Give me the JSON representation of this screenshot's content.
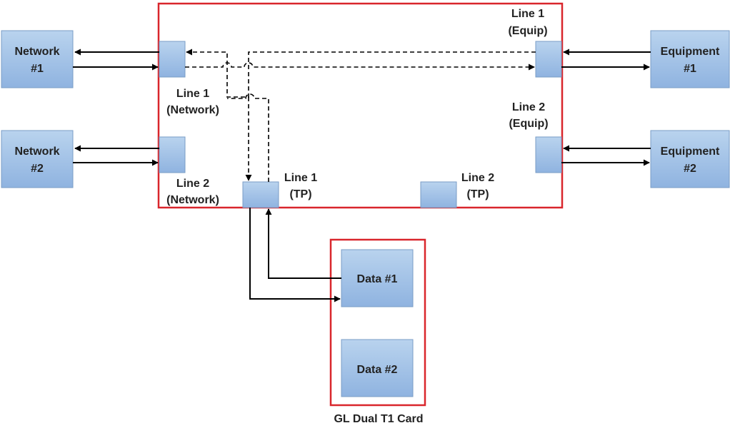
{
  "colors": {
    "box_fill_top": "#b9d3ee",
    "box_fill_bottom": "#8fb3e0",
    "box_stroke": "#7a9cc6",
    "frame_red": "#d9262c",
    "line": "#000000"
  },
  "blocks": {
    "network1": {
      "line1": "Network",
      "line2": "#1"
    },
    "network2": {
      "line1": "Network",
      "line2": "#2"
    },
    "equipment1": {
      "line1": "Equipment",
      "line2": "#1"
    },
    "equipment2": {
      "line1": "Equipment",
      "line2": "#2"
    },
    "data1": {
      "label": "Data #1"
    },
    "data2": {
      "label": "Data #2"
    }
  },
  "ports": {
    "line1_network": {
      "line1": "Line 1",
      "line2": "(Network)"
    },
    "line2_network": {
      "line1": "Line 2",
      "line2": "(Network)"
    },
    "line1_equip": {
      "line1": "Line 1",
      "line2": "(Equip)"
    },
    "line2_equip": {
      "line1": "Line 2",
      "line2": "(Equip)"
    },
    "line1_tp": {
      "line1": "Line 1",
      "line2": "(TP)"
    },
    "line2_tp": {
      "line1": "Line 2",
      "line2": "(TP)"
    }
  },
  "card": {
    "label": "GL Dual T1 Card"
  }
}
